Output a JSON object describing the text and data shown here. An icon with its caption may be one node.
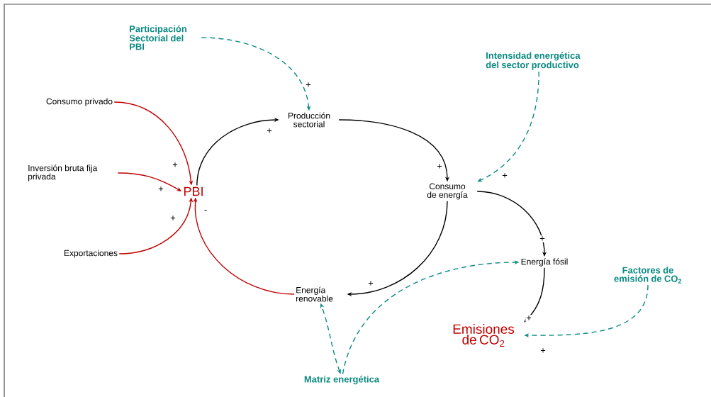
{
  "diagram": {
    "nodes": [
      {
        "text": [
          "Participación Sectorial del PBI"
        ]
      },
      {
        "text": [
          "Consumo privado"
        ]
      },
      {
        "text": [
          "Producción sectorial"
        ]
      },
      {
        "text": [
          "Intensidad energética del sector productivo"
        ]
      },
      {
        "text": [
          "Inversión bruta fija privada"
        ]
      },
      {
        "text": [
          "PBI"
        ]
      },
      {
        "text": [
          "Consumo de energía"
        ]
      },
      {
        "text": [
          "Exportaciones"
        ]
      },
      {
        "text": [
          "Energía fósil"
        ]
      },
      {
        "text": [
          "Factores de emisión de CO$_{2}$"
        ]
      },
      {
        "text": [
          "Energía renovable"
        ]
      },
      {
        "text": [
          "Emisiones de CO$_{2}$"
        ]
      },
      {
        "text": [
          "Matriz energética"
        ]
      }
    ],
    "edges": [
      {
        "from": 0,
        "to": 2,
        "arrow": "to",
        "label": "+",
        "style": "dashed",
        "color": "#0b8a82"
      },
      {
        "from": 1,
        "to": 5,
        "arrow": "to",
        "label": "+",
        "color": "#c00000"
      },
      {
        "from": 4,
        "to": 5,
        "arrow": "to",
        "label": "+",
        "color": "#c00000"
      },
      {
        "from": 7,
        "to": 5,
        "arrow": "to",
        "label": "+",
        "color": "#c00000"
      },
      {
        "from": 5,
        "to": 2,
        "arrow": "to",
        "label": "+",
        "color": "#000000"
      },
      {
        "from": 2,
        "to": 6,
        "arrow": "to",
        "label": "+",
        "color": "#000000"
      },
      {
        "from": 3,
        "to": 6,
        "arrow": "to",
        "label": "+",
        "style": "dashed",
        "color": "#0b8a82"
      },
      {
        "from": 6,
        "to": 10,
        "arrow": "to",
        "label": "+",
        "color": "#000000"
      },
      {
        "from": 6,
        "to": 8,
        "arrow": "to",
        "label": "+",
        "color": "#000000"
      },
      {
        "from": 8,
        "to": 11,
        "arrow": "to",
        "label": "+",
        "color": "#000000"
      },
      {
        "from": 9,
        "to": 11,
        "arrow": "to",
        "label": "+",
        "style": "dashed",
        "color": "#0b8a82"
      },
      {
        "from": 10,
        "to": 5,
        "arrow": "to",
        "label": "-",
        "color": "#c00000"
      },
      {
        "from": 12,
        "to": 10,
        "arrow": "both",
        "style": "dashed",
        "color": "#0b8a82"
      },
      {
        "from": 12,
        "to": 8,
        "arrow": "to",
        "style": "dashed",
        "color": "#0b8a82"
      }
    ]
  }
}
